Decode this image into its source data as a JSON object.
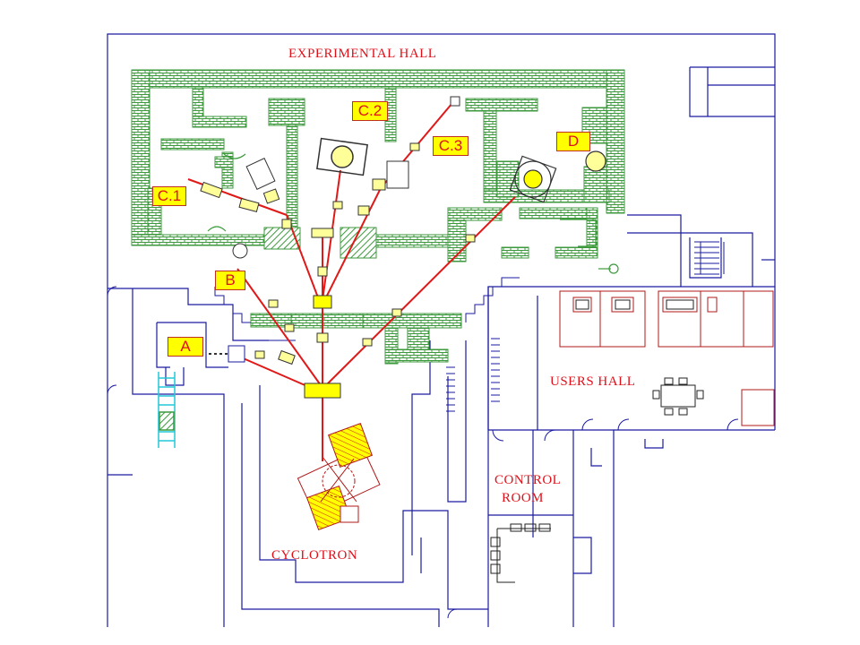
{
  "halls": {
    "experimental": "EXPERIMENTAL  HALL",
    "users": "USERS  HALL",
    "control_line1": "CONTROL",
    "control_line2": "ROOM",
    "cyclotron": "CYCLOTRON"
  },
  "beamlines": {
    "a": "A",
    "b": "B",
    "c1": "C.1",
    "c2": "C.2",
    "c3": "C.3",
    "d": "D"
  },
  "colors": {
    "walls": "#1a1aa0",
    "shielding": "#3c9a3c",
    "beam": "#e01818",
    "magnet": "#ffff00",
    "label_text": "#e0101a",
    "furniture": "#b01818",
    "ladder": "#22c8d8"
  }
}
